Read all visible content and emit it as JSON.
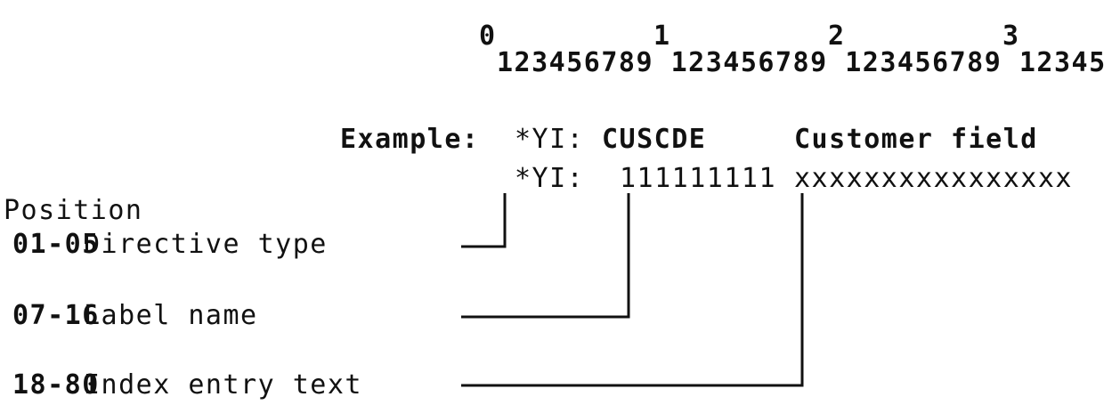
{
  "ruler": {
    "tens": [
      "0",
      "1",
      "2",
      "3"
    ],
    "units": "123456789 123456789 123456789 12345"
  },
  "example": {
    "label": "Example:",
    "line1": {
      "directive": "*YI:",
      "label_name": "CUSCDE",
      "text": "Customer field"
    },
    "line2": {
      "directive": "*YI:",
      "label_name": "111111111",
      "text": "xxxxxxxxxxxxxxxx"
    }
  },
  "legend": {
    "heading": "Position",
    "items": [
      {
        "range": "01-05",
        "description": "Directive type"
      },
      {
        "range": "07-16",
        "description": "Label name"
      },
      {
        "range": "18-80",
        "description": "Index entry text"
      }
    ]
  },
  "colors": {
    "ink": "#111111",
    "background": "#ffffff"
  }
}
